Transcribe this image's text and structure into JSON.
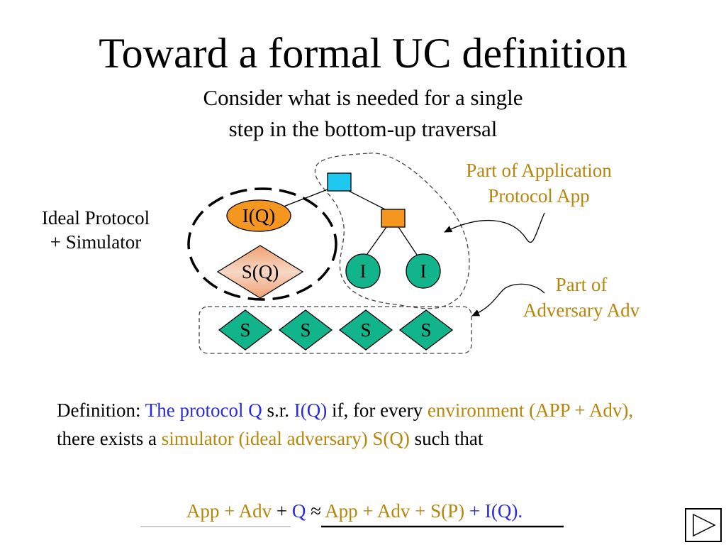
{
  "title": "Toward a formal UC definition",
  "subtitle": {
    "line1": "Consider what is needed for a single",
    "line2": "step in the bottom-up traversal"
  },
  "labels": {
    "ideal": {
      "line1": "Ideal Protocol",
      "line2": "+ Simulator"
    },
    "app": {
      "line1": "Part of Application",
      "line2": "Protocol App"
    },
    "adv": {
      "line1": "Part of",
      "line2": "Adversary Adv"
    }
  },
  "diagram": {
    "iq": "I(Q)",
    "sq": "S(Q)",
    "i_nodes": [
      "I",
      "I"
    ],
    "s_nodes": [
      "S",
      "S",
      "S",
      "S"
    ]
  },
  "definition": {
    "prefix": "Definition:",
    "protocol": "The protocol Q",
    "sr": "s.r.",
    "iq": "I(Q)",
    "mid": "if, for every",
    "environment": "environment (APP + Adv),",
    "exists": "there exists a",
    "simulator": "simulator (ideal adversary) S(Q)",
    "suffix": "such that"
  },
  "formula": {
    "left1": "App + Adv",
    "plus": "+",
    "q": "Q",
    "approx": "≈",
    "right1": "App + Adv + S(P)",
    "right2": "+ I(Q)."
  },
  "colors": {
    "cyan": "#1ec8f0",
    "orange": "#f5961e",
    "green": "#12b48c",
    "gold": "#b8860b",
    "blue": "#2a2ae0"
  },
  "icons": {
    "nav": "play-triangle-icon"
  }
}
